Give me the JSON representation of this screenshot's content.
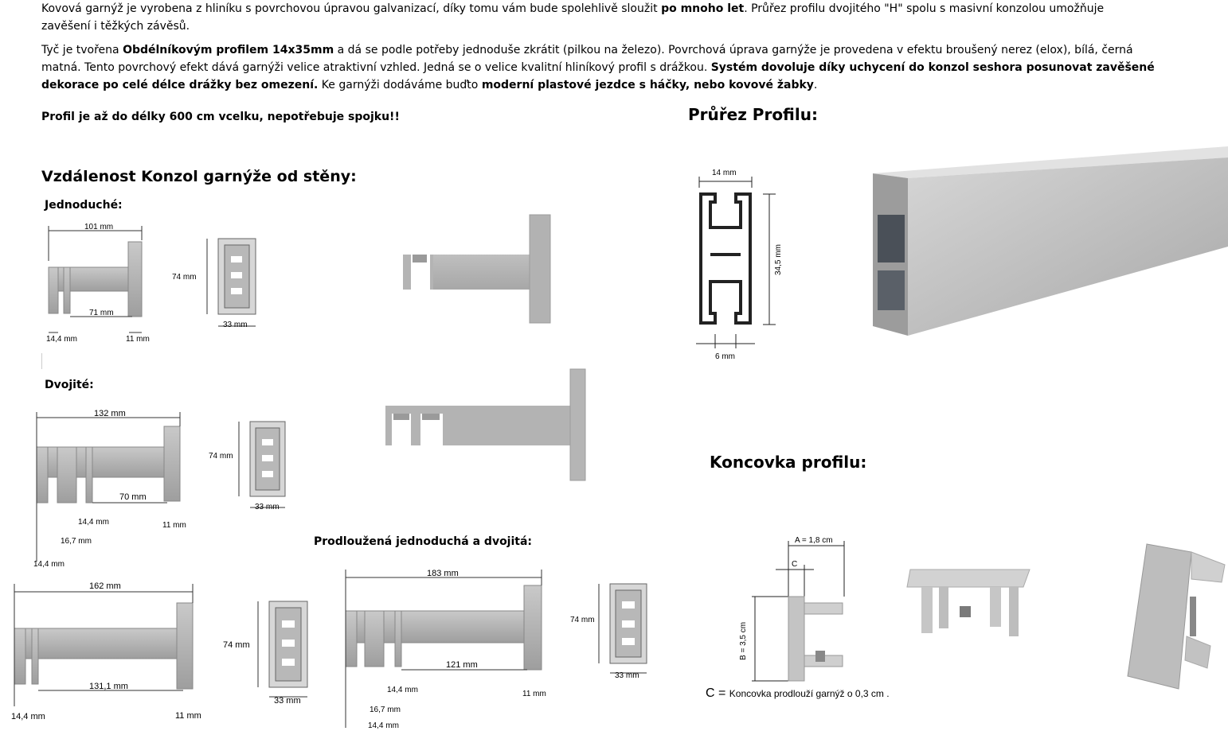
{
  "intro": {
    "p1_a": "Kovová garnýž je vyrobena z hliníku s povrchovou úpravou galvanizací, díky tomu vám bude spolehlivě sloužit ",
    "p1_b": "po mnoho let",
    "p1_c": ". Průřez profilu dvojitého \"H\" spolu s masivní konzolou umožňuje zavěšení i těžkých závěsů.",
    "p2_a": " Tyč je tvořena ",
    "p2_b": "Obdélníkovým profilem 14x35mm",
    "p2_c": " a dá se podle potřeby jednoduše zkrátit (pilkou na železo). Povrchová úprava garnýže je provedena v efektu broušený nerez (elox), bílá, černá matná. Tento povrchový efekt dává garnýži velice atraktivní vzhled. Jedná se o velice kvalitní hliníkový profil s drážkou. ",
    "p2_d": "Systém dovoluje díky uchycení do konzol seshora posunovat zavěšené dekorace po celé délce drážky bez omezení.",
    "p2_e": " Ke garnýži dodáváme buďto ",
    "p2_f": "moderní plastové jezdce s háčky, nebo kovové žabky",
    "p2_g": ".",
    "p3": "Profil je až do délky 600 cm vcelku, nepotřebuje spojku!!"
  },
  "headings": {
    "distance": "Vzdálenost Konzol garnýže od stěny:",
    "cross_section": "Průřez Profilu:",
    "end_cap": "Koncovka profilu:"
  },
  "subheadings": {
    "single": "Jednoduché:",
    "double": "Dvojité:",
    "extended": "Prodloužená jednoduchá a dvojitá:"
  },
  "dims": {
    "single": {
      "length": "101 mm",
      "inner": "71 mm",
      "slot": "14,4 mm",
      "plate": "11 mm",
      "mount_h": "74 mm",
      "mount_w": "33 mm"
    },
    "double": {
      "length": "132 mm",
      "inner": "70 mm",
      "slot1": "14,4 mm",
      "gap": "16,7 mm",
      "slot2": "14,4 mm",
      "plate": "11 mm",
      "mount_h": "74 mm",
      "mount_w": "33 mm"
    },
    "ext_single": {
      "length": "162 mm",
      "inner": "131,1 mm",
      "slot": "14,4 mm",
      "plate": "11 mm",
      "mount_h": "74 mm",
      "mount_w": "33 mm"
    },
    "ext_double": {
      "length": "183 mm",
      "inner": "121 mm",
      "slot1": "14,4 mm",
      "gap": "16,7 mm",
      "slot2": "14,4 mm",
      "plate": "11 mm",
      "mount_h": "74 mm",
      "mount_w": "33 mm"
    },
    "profile": {
      "width": "14 mm",
      "height": "34,5 mm",
      "slot": "6 mm"
    },
    "endcap": {
      "a": "A = 1,8 cm",
      "c": "C",
      "b": "B = 3,5 cm"
    }
  },
  "endcap_note": {
    "prefix": "C = ",
    "text": "Koncovka prodlouží garnýž o 0,3 cm ."
  },
  "colors": {
    "metal": "#a9a9a9",
    "metal_dark": "#8a8a8a",
    "metal_light": "#c8c8c8",
    "profile_line": "#222222"
  }
}
